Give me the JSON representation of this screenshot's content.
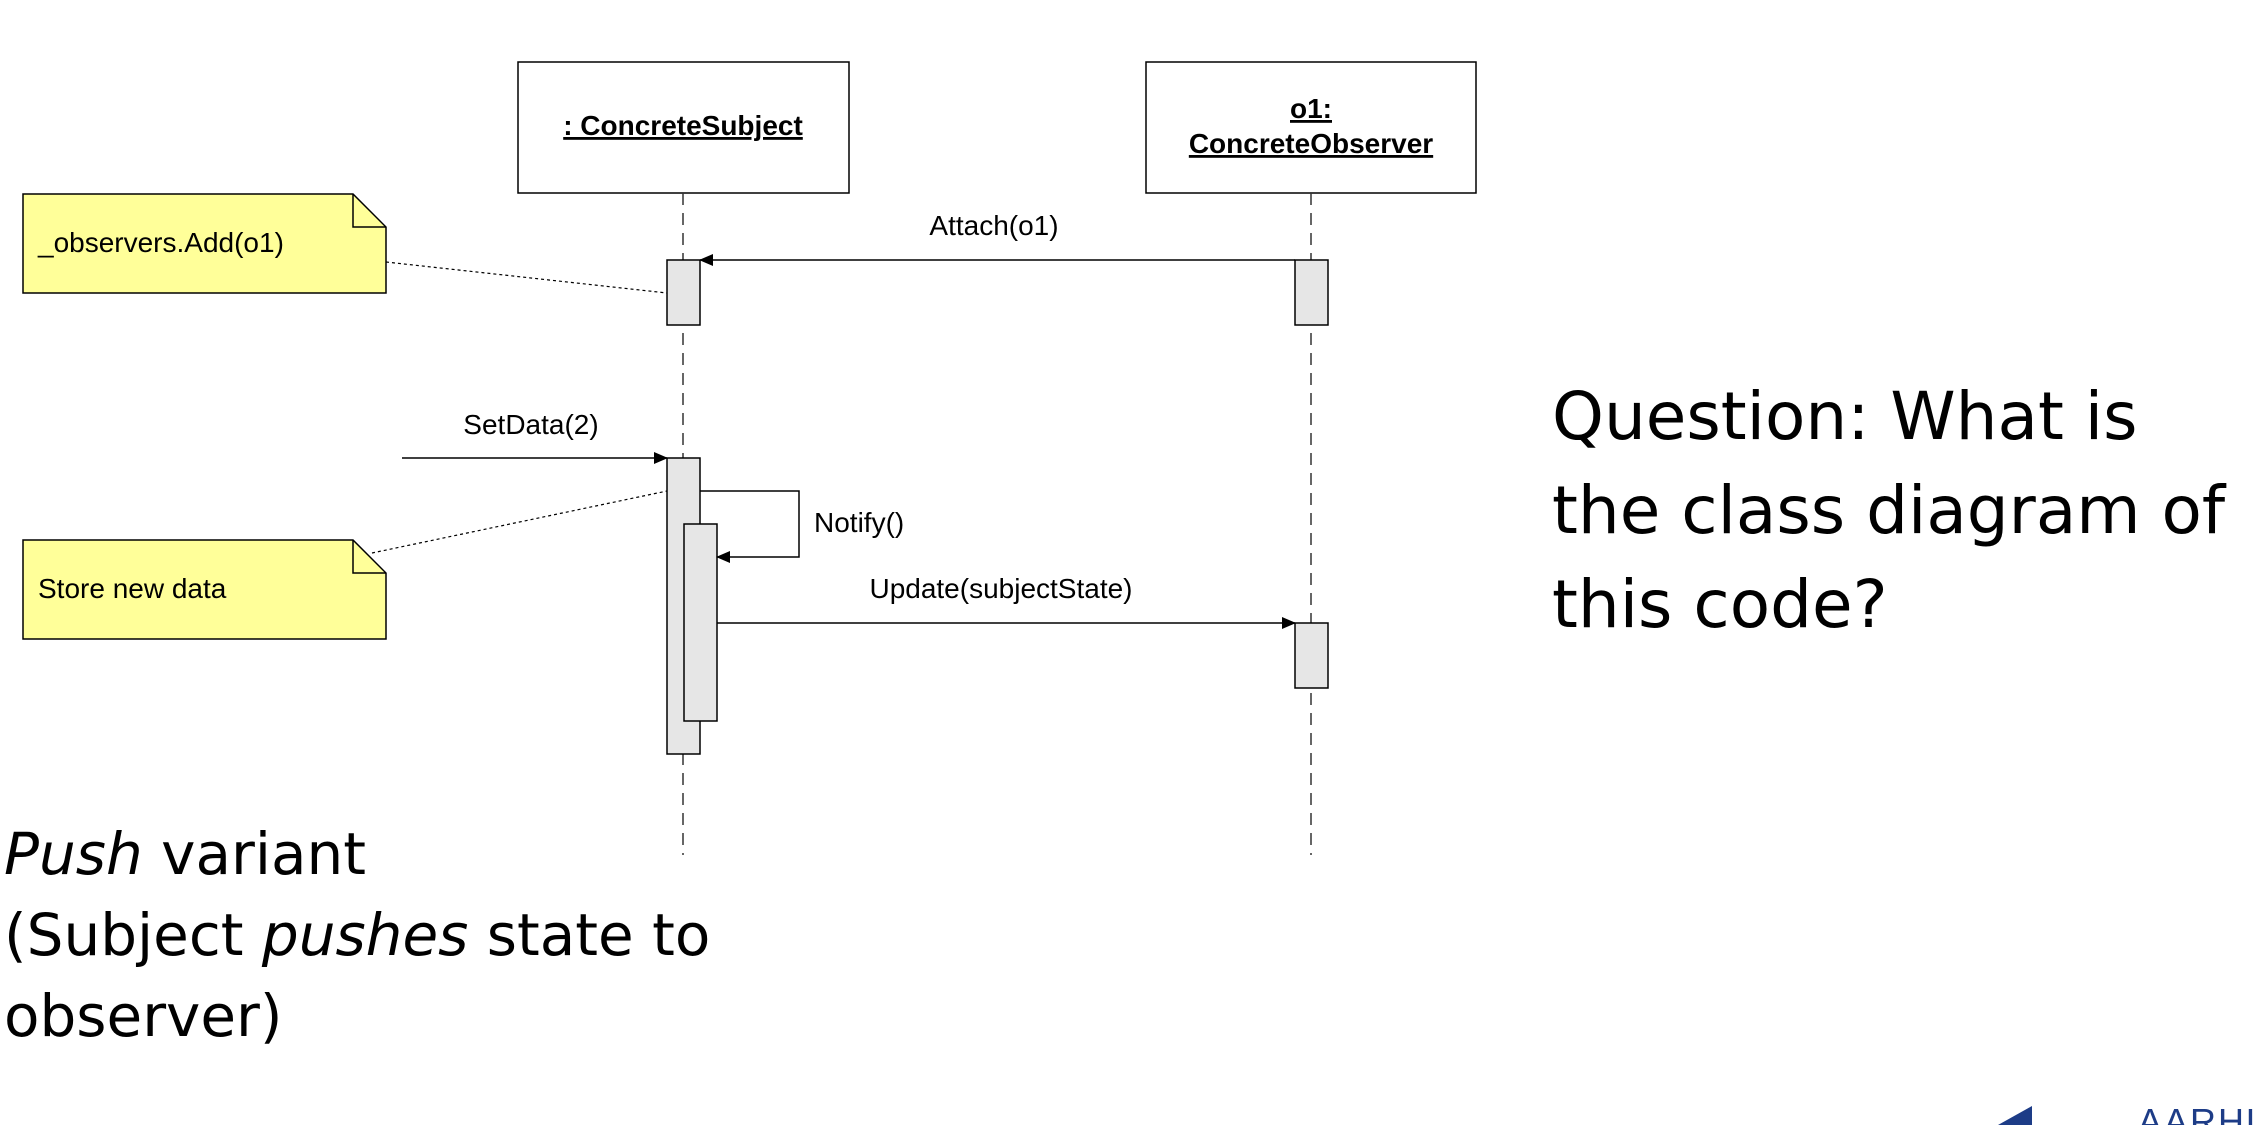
{
  "lifelines": {
    "subject": {
      "label": ": ConcreteSubject"
    },
    "observer": {
      "label_line1": "o1:",
      "label_line2": "ConcreteObserver"
    }
  },
  "messages": {
    "attach": "Attach(o1)",
    "set_data": "SetData(2)",
    "notify": "Notify()",
    "update": "Update(subjectState)"
  },
  "notes": {
    "observers_add": "_observers.Add(o1)",
    "store_data": "Store new data"
  },
  "question": "Question: What is the class diagram of this code?",
  "variant": {
    "word_push": "Push",
    "after_push": " variant",
    "line2_prefix": "(Subject ",
    "word_pushes": "pushes",
    "line2_suffix": " state to",
    "line3": "observer)"
  },
  "logo": {
    "text": "AARHUS"
  },
  "colors": {
    "note_fill": "#ffff99",
    "activation_fill": "#e6e6e6",
    "logo_blue": "#1d3c87"
  }
}
